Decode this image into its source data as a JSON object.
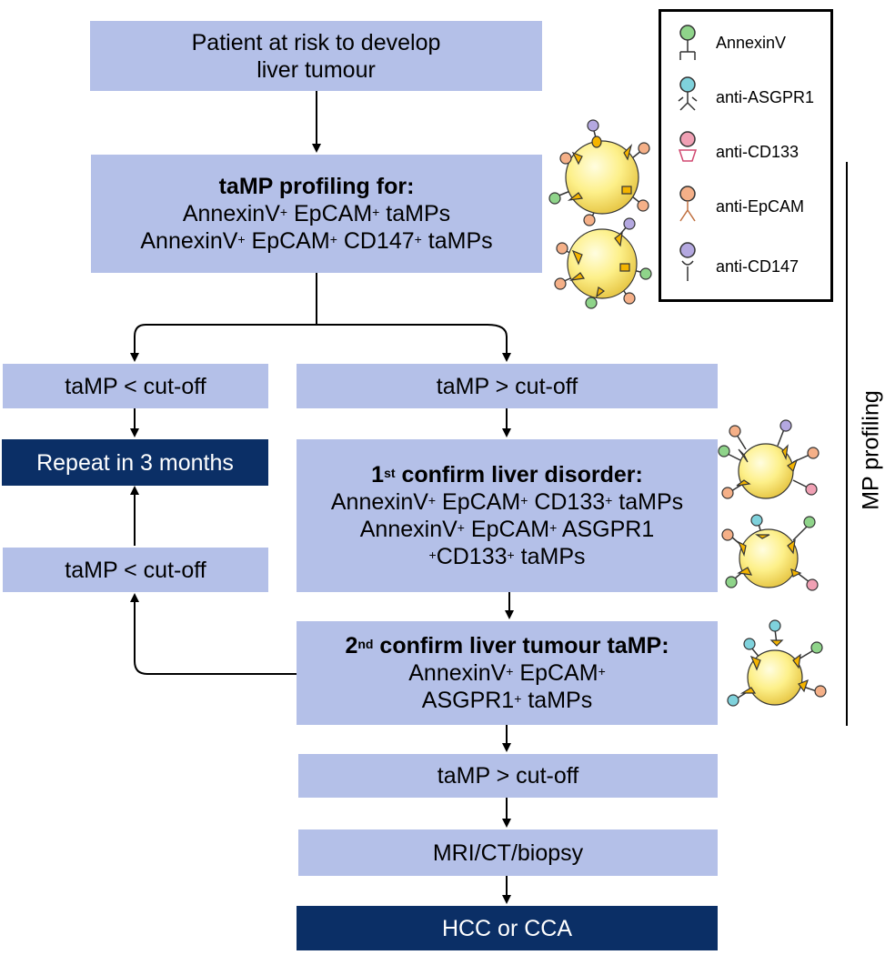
{
  "boxes": {
    "patient": {
      "line1": "Patient at risk to develop",
      "line2": "liver tumour"
    },
    "profiling": {
      "title": "taMP profiling for:",
      "line1": {
        "p1": "AnnexinV",
        "s1": "+",
        "p2": " EpCAM",
        "s2": "+",
        "p3": " taMPs"
      },
      "line2": {
        "p1": "AnnexinV",
        "s1": "+",
        "p2": " EpCAM",
        "s2": "+",
        "p3": " CD147",
        "s3": "+",
        "p4": " taMPs"
      }
    },
    "below_cutoff_top": "taMP < cut-off",
    "repeat": "Repeat in 3 months",
    "below_cutoff_bottom": "taMP < cut-off",
    "above_cutoff_top": "taMP > cut-off",
    "confirm1": {
      "title_a": "1",
      "title_sup": "st",
      "title_b": " confirm liver disorder:",
      "line1": {
        "p1": "AnnexinV",
        "s1": "+",
        "p2": " EpCAM",
        "s2": "+",
        "p3": " CD133",
        "s3": "+",
        "p4": " taMPs"
      },
      "line2": {
        "p1": "AnnexinV",
        "s1": "+",
        "p2": " EpCAM",
        "s2": "+",
        "p3": " ASGPR1"
      },
      "line3": {
        "s0": "+",
        "p1": "CD133",
        "s1": "+",
        "p2": " taMPs"
      }
    },
    "confirm2": {
      "title_a": "2",
      "title_sup": "nd",
      "title_b": " confirm liver tumour taMP:",
      "line1": {
        "p1": "AnnexinV",
        "s1": "+",
        "p2": " EpCAM",
        "s2": "+"
      },
      "line2": {
        "p1": "ASGPR1",
        "s1": "+",
        "p2": " taMPs"
      }
    },
    "above_cutoff_bottom": "taMP > cut-off",
    "imaging": "MRI/CT/biopsy",
    "result": "HCC or CCA"
  },
  "legend": {
    "items": [
      {
        "label": "AnnexinV",
        "icon": "annexinv-icon",
        "color": "#8fd48a"
      },
      {
        "label": "anti-ASGPR1",
        "icon": "anti-asgpr1-icon",
        "color": "#7fd2dc"
      },
      {
        "label": "anti-CD133",
        "icon": "anti-cd133-icon",
        "color": "#f0a0b4"
      },
      {
        "label": "anti-EpCAM",
        "icon": "anti-epcam-icon",
        "color": "#f5b088"
      },
      {
        "label": "anti-CD147",
        "icon": "anti-cd147-icon",
        "color": "#b4a8e0"
      }
    ]
  },
  "side_label": "MP profiling",
  "colors": {
    "box": "#b4c0e8",
    "dark_box": "#0b2f66",
    "particle": "#fdf08a",
    "marker": "#f4b400"
  }
}
